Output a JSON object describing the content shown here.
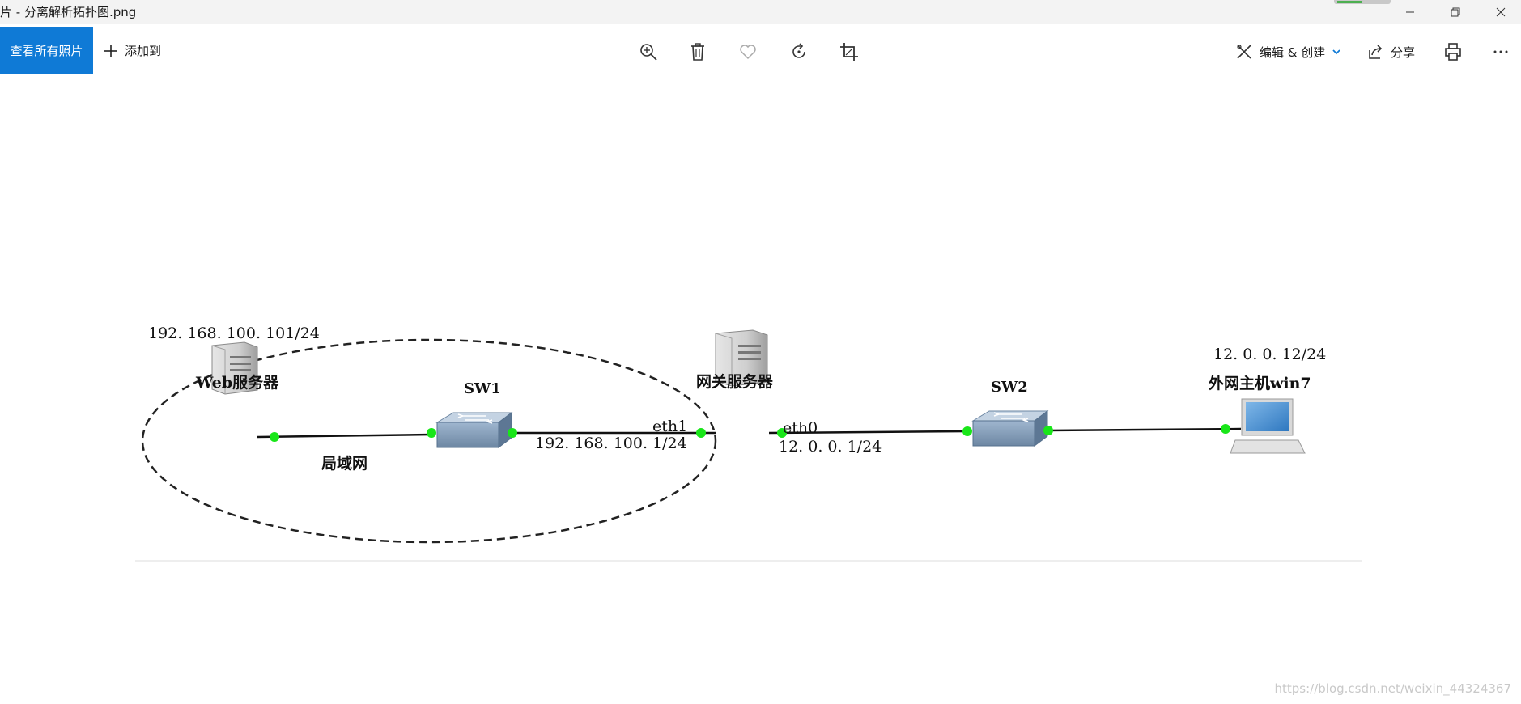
{
  "window": {
    "title": "片 - 分离解析拓扑图.png",
    "minimize_icon": "minimize-icon",
    "restore_icon": "restore-icon",
    "close_icon": "close-icon"
  },
  "toolbar": {
    "view_all_label": "查看所有照片",
    "add_to_label": "添加到",
    "edit_create_label": "编辑 & 创建",
    "share_label": "分享",
    "tools": [
      "zoom-in-icon",
      "delete-icon",
      "favorite-icon",
      "rotate-icon",
      "crop-icon"
    ],
    "accent_color": "#0f7ad6"
  },
  "diagram": {
    "lan_ip": "192. 168. 100. 101/24",
    "web_server_label": "Web服务器",
    "lan_label": "局域网",
    "sw1_label": "SW1",
    "eth1_label": "eth1",
    "eth1_ip": "192. 168. 100. 1/24",
    "gateway_label": "网关服务器",
    "eth0_label": "eth0",
    "eth0_ip": "12. 0. 0. 1/24",
    "sw2_label": "SW2",
    "host_ip": "12. 0. 0. 12/24",
    "host_label": "外网主机win7",
    "port_color": "#19e619"
  },
  "watermark": "https://blog.csdn.net/weixin_44324367"
}
